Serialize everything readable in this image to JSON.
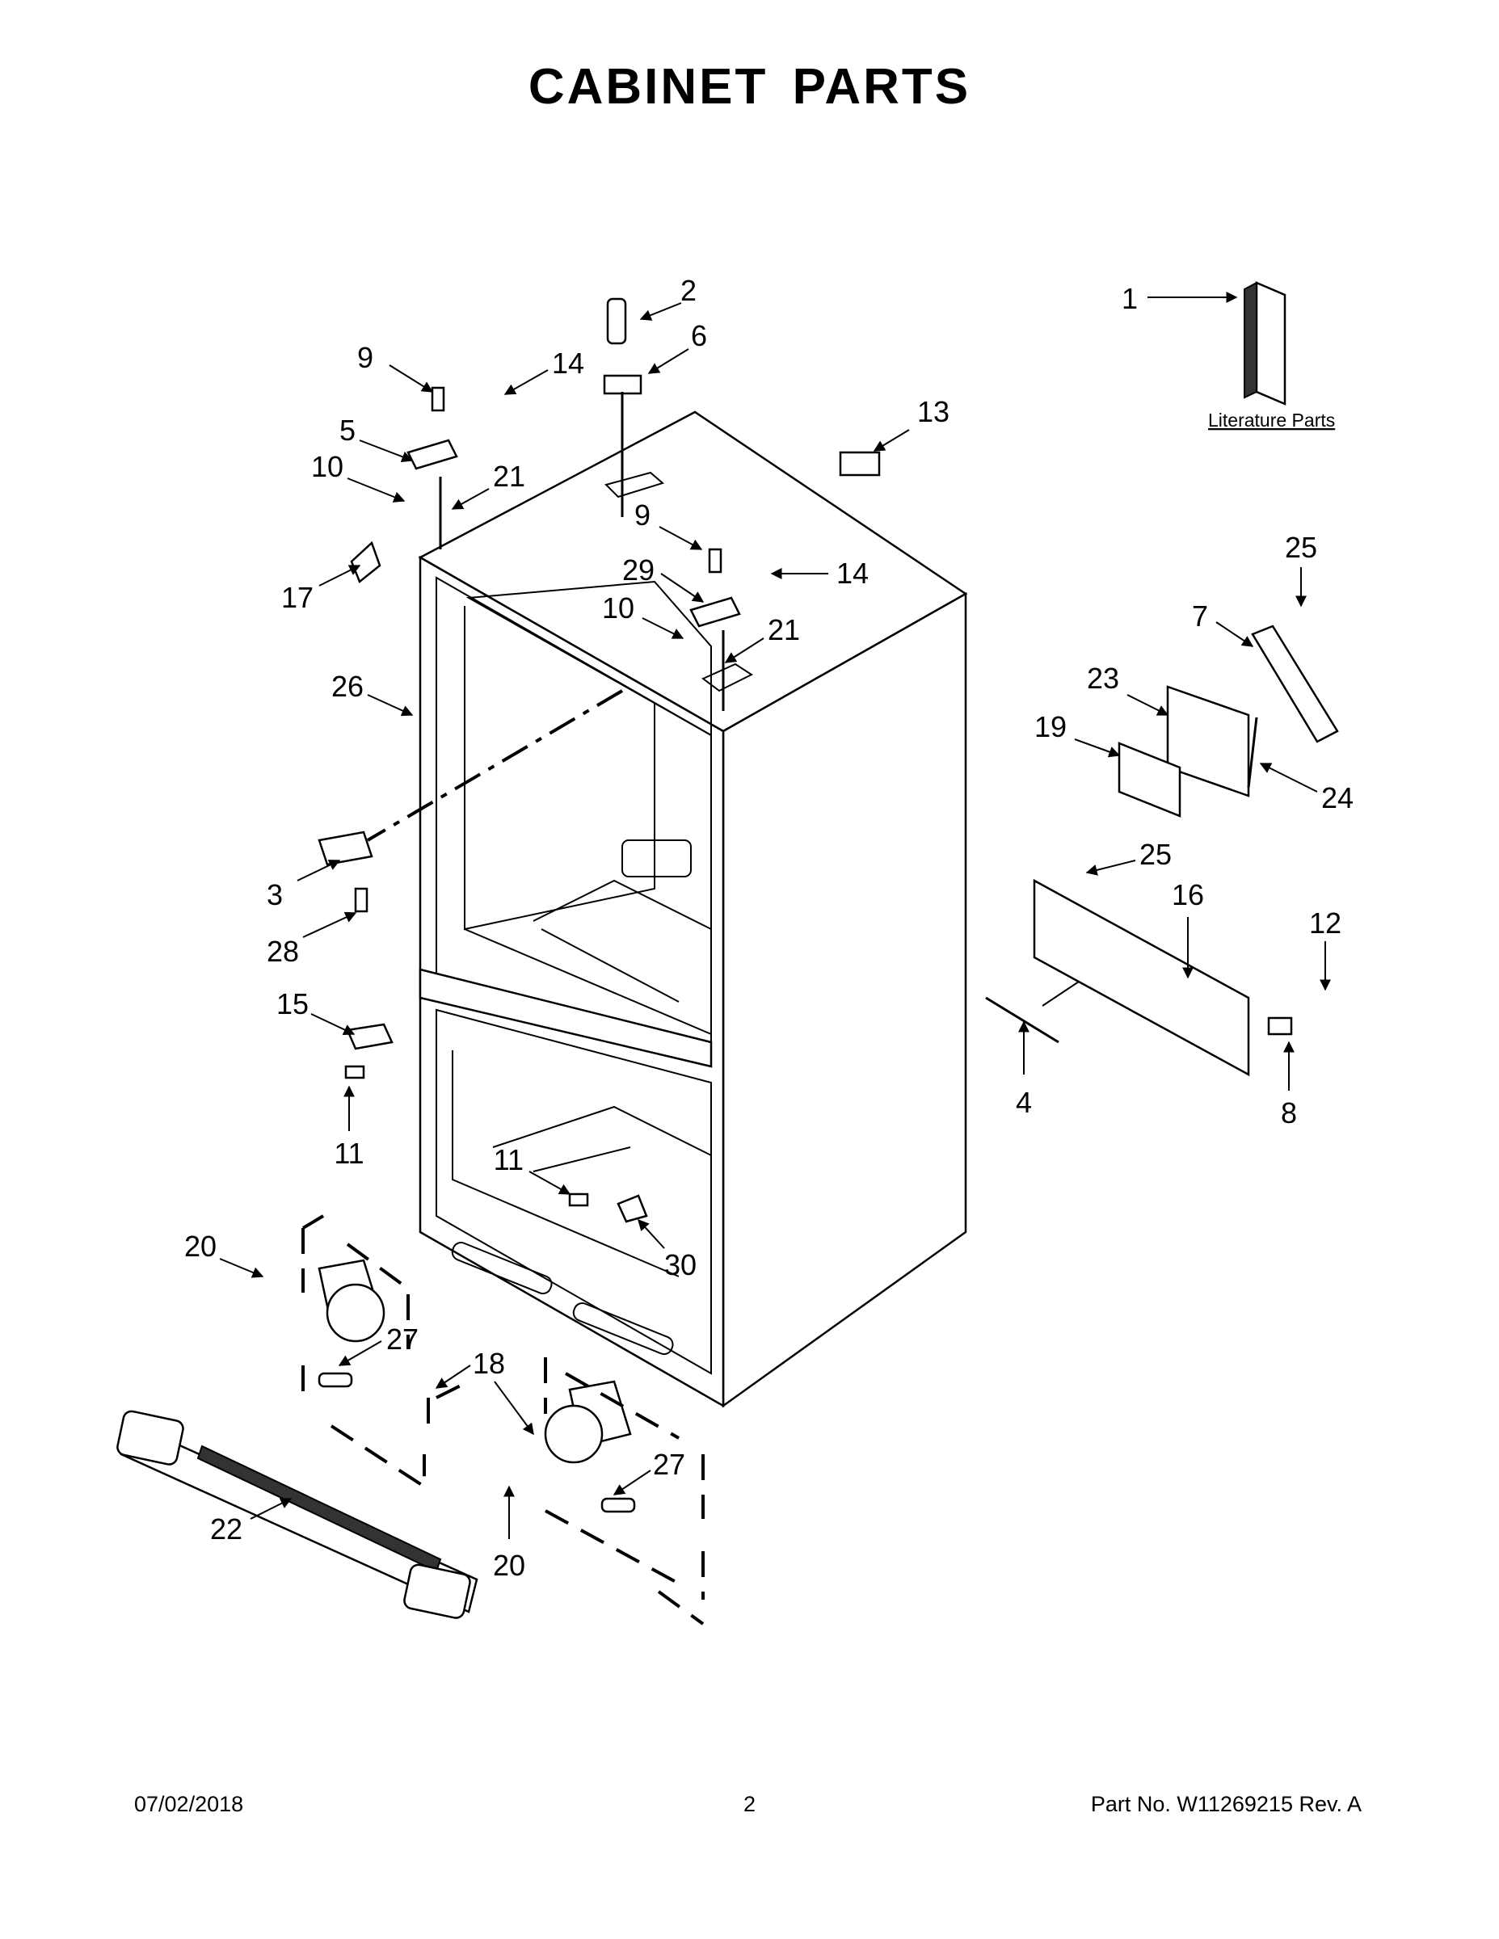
{
  "title": "CABINET PARTS",
  "literature_label": "Literature Parts",
  "footer": {
    "date": "07/02/2018",
    "page": "2",
    "part_number": "Part No.  W11269215  Rev.  A"
  },
  "callouts": {
    "c1": "1",
    "c2": "2",
    "c3": "3",
    "c4": "4",
    "c5": "5",
    "c6": "6",
    "c7": "7",
    "c8": "8",
    "c9a": "9",
    "c9b": "9",
    "c10a": "10",
    "c10b": "10",
    "c11a": "11",
    "c11b": "11",
    "c12": "12",
    "c13": "13",
    "c14a": "14",
    "c14b": "14",
    "c15": "15",
    "c16": "16",
    "c17": "17",
    "c18": "18",
    "c19": "19",
    "c20a": "20",
    "c20b": "20",
    "c21a": "21",
    "c21b": "21",
    "c22": "22",
    "c23": "23",
    "c24": "24",
    "c25a": "25",
    "c25b": "25",
    "c26": "26",
    "c27a": "27",
    "c27b": "27",
    "c28": "28",
    "c29": "29",
    "c30": "30"
  }
}
